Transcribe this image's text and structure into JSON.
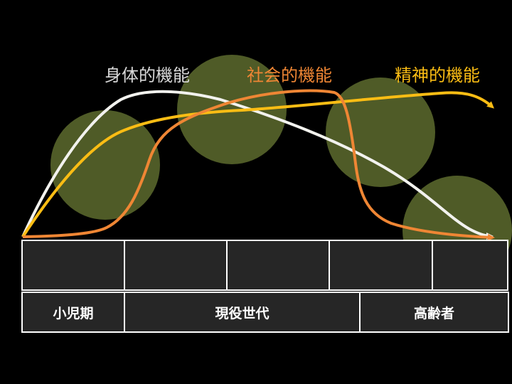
{
  "labels": {
    "physical": "身体的機能",
    "social": "社会的機能",
    "mental": "精神的機能"
  },
  "stages": [
    "小児期",
    "現役世代",
    "高齢者"
  ],
  "colors": {
    "background": "#000000",
    "circle": "#4f5b27",
    "physical_curve": "#f2f2ee",
    "social_curve": "#ef8634",
    "mental_curve": "#fbbd14",
    "physical_label": "#d9d9d9",
    "cell_fill": "#262626",
    "cell_border": "#ffffff"
  }
}
